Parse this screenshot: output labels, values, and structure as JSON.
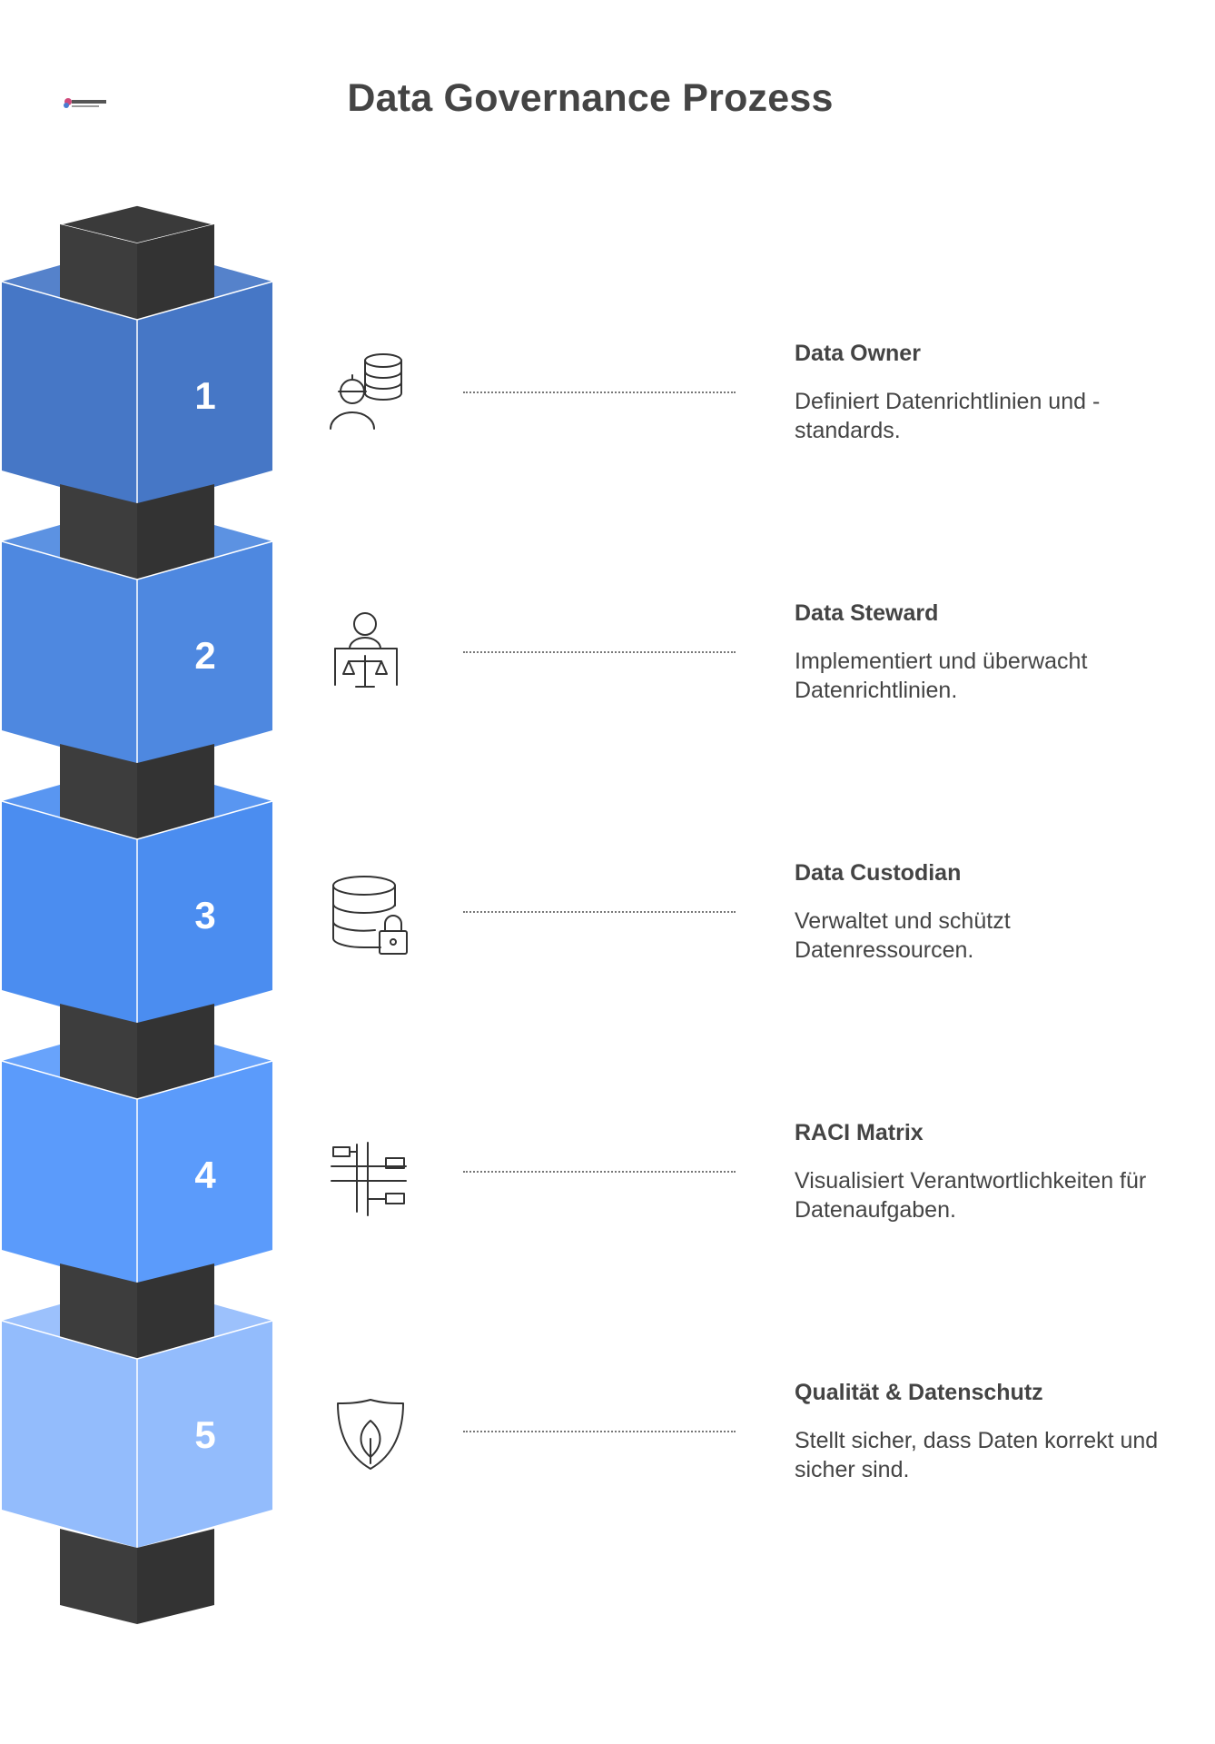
{
  "title": "Data Governance Prozess",
  "colors": {
    "dark_block": "#3d3d3d",
    "dark_block_shade": "#333333",
    "text": "#444444"
  },
  "steps": [
    {
      "number": "1",
      "title": "Data Owner",
      "description": "Definiert Datenrichtlinien und -standards.",
      "icon": "data-owner-icon",
      "color_front": "#4677c6",
      "color_side": "#4677c6",
      "color_top": "#4677c6"
    },
    {
      "number": "2",
      "title": "Data Steward",
      "description": "Implementiert und überwacht Datenrichtlinien.",
      "icon": "data-steward-icon",
      "color_front": "#4e88e0",
      "color_side": "#4e88e0",
      "color_top": "#4e88e0"
    },
    {
      "number": "3",
      "title": "Data Custodian",
      "description": "Verwaltet und schützt Datenressourcen.",
      "icon": "database-lock-icon",
      "color_front": "#4b8df0",
      "color_side": "#4b8df0",
      "color_top": "#4b8df0"
    },
    {
      "number": "4",
      "title": "RACI Matrix",
      "description": "Visualisiert Verantwortlichkeiten für Datenaufgaben.",
      "icon": "hierarchy-matrix-icon",
      "color_front": "#5b9bfb",
      "color_side": "#5b9bfb",
      "color_top": "#5b9bfb"
    },
    {
      "number": "5",
      "title": "Qualität & Datenschutz",
      "description": "Stellt sicher, dass Daten korrekt und sicher sind.",
      "icon": "shield-leaf-icon",
      "color_front": "#93bcfc",
      "color_side": "#93bcfc",
      "color_top": "#93bcfc"
    }
  ]
}
